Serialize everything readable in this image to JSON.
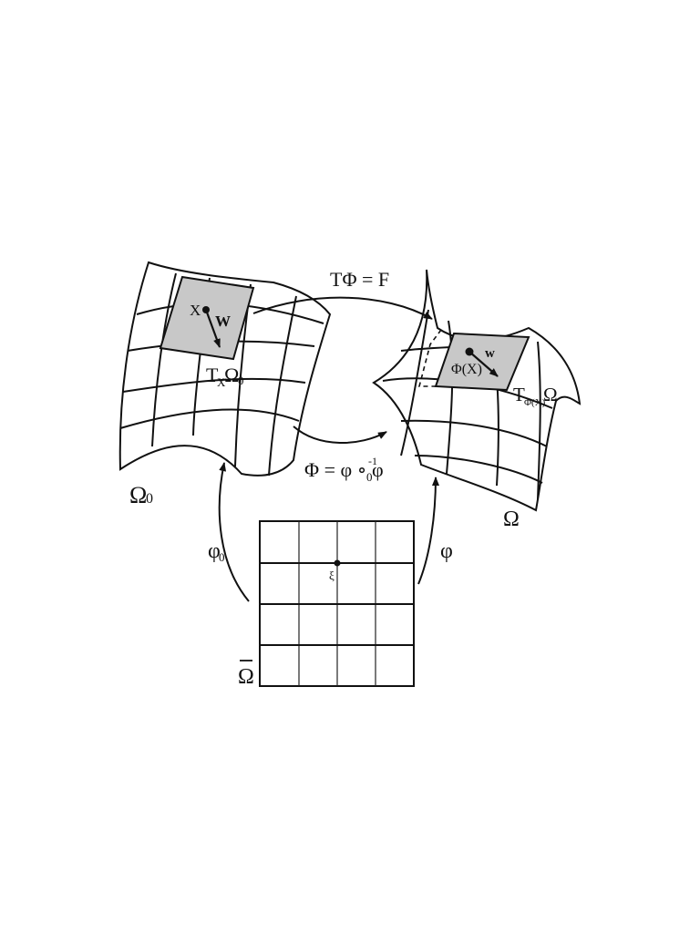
{
  "diagram": {
    "labels": {
      "omega0": "Ω",
      "omega0_sub": "0",
      "omega": "Ω",
      "omega_bar": "Ω",
      "point_x": "X",
      "vector_w_left": "W",
      "vector_w_right": "w",
      "phi_of_x": "Φ(X)",
      "tangent_left_T": "T",
      "tangent_left_sub": "X",
      "tangent_left_omega": "Ω",
      "tangent_left_omega_sub": "0",
      "tangent_right_T": "T",
      "tangent_right_sub": "Φ(X)",
      "tangent_right_omega": "Ω",
      "top_map": "TΦ = F",
      "middle_map_lhs": "Φ = φ ∘ φ",
      "middle_map_sub": "0",
      "middle_map_sup": "-1",
      "phi0_main": "φ",
      "phi0_sub": "0",
      "phi": "φ",
      "xi": "ξ"
    },
    "colors": {
      "ink": "#111111",
      "tangent_fill": "#c8c8c8",
      "background": "#ffffff"
    }
  }
}
